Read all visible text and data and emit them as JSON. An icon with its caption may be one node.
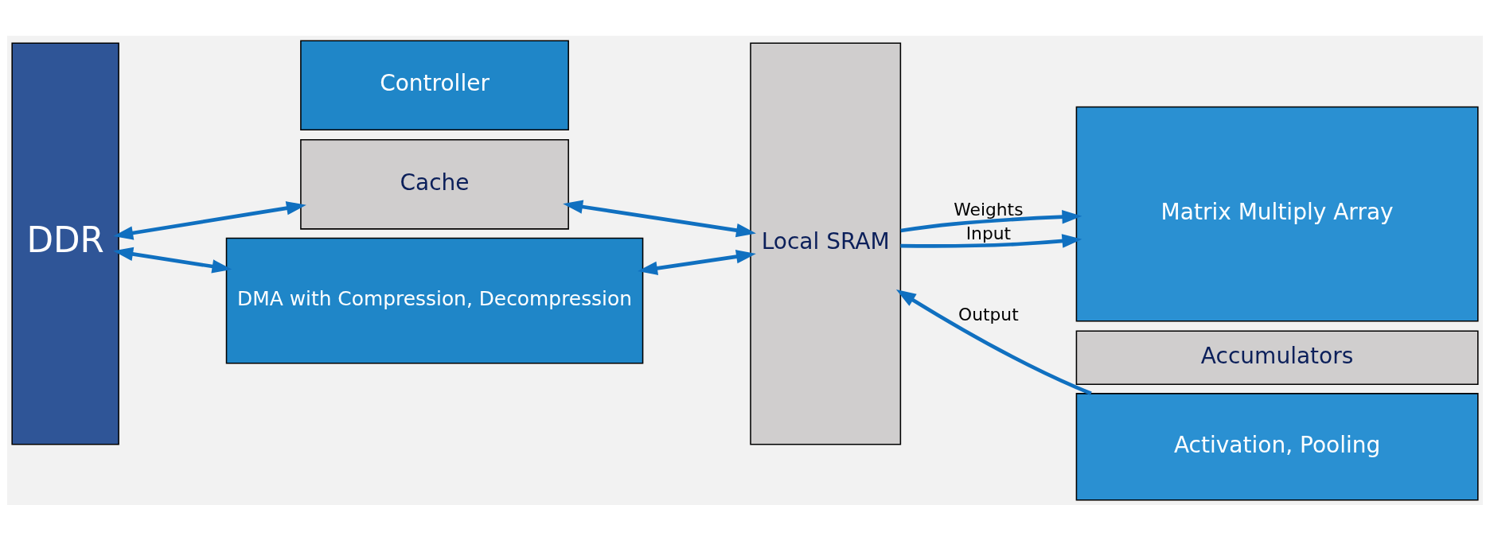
{
  "diagram": {
    "nodes": [
      {
        "text": [
          "DDR"
        ]
      },
      {
        "text": [
          "Controller"
        ]
      },
      {
        "text": [
          "Cache"
        ]
      },
      {
        "text": [
          "DMA with Compression, Decompression"
        ]
      },
      {
        "text": [
          "Local SRAM"
        ]
      },
      {
        "text": [
          "Matrix Multiply Array"
        ]
      },
      {
        "text": [
          "Accumulators"
        ]
      },
      {
        "text": [
          "Activation, Pooling"
        ]
      }
    ],
    "edges": [
      {
        "from": 0,
        "to": 2,
        "arrow": "both"
      },
      {
        "from": 0,
        "to": 3,
        "arrow": "both"
      },
      {
        "from": 2,
        "to": 4,
        "arrow": "both"
      },
      {
        "from": 3,
        "to": 4,
        "arrow": "both"
      },
      {
        "from": 4,
        "to": 5,
        "arrow": "to",
        "label": "Weights"
      },
      {
        "from": 4,
        "to": 5,
        "arrow": "to",
        "label": "Input"
      },
      {
        "from": 7,
        "to": 4,
        "arrow": "to",
        "label": "Output"
      }
    ]
  }
}
